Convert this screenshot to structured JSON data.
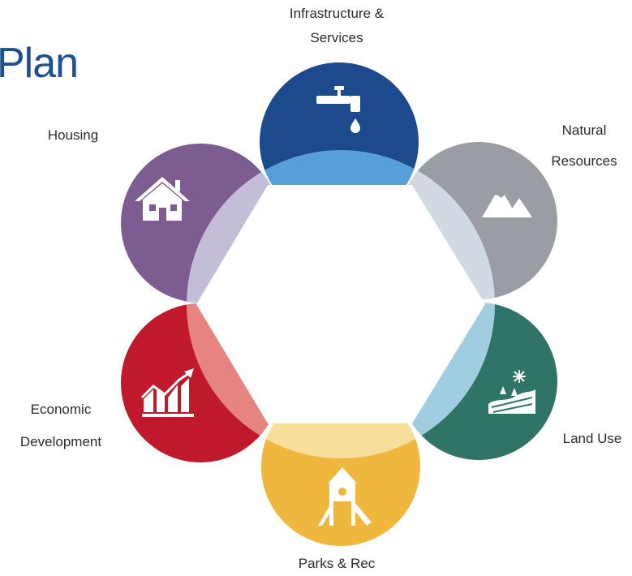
{
  "title": "Plan",
  "colors": {
    "title": "#1f4f8e",
    "infrastructure": "#1d4a8c",
    "natural": "#9a9ea4",
    "landuse": "#2f7466",
    "parks": "#f0b73e",
    "economic": "#c1192c",
    "housing": "#7d5c92",
    "text": "#2b2b2b"
  },
  "segments": [
    {
      "id": "infrastructure",
      "label_lines": [
        "Infrastructure &",
        "Services"
      ],
      "icon": "water-faucet-icon"
    },
    {
      "id": "natural",
      "label_lines": [
        "Natural",
        "Resources"
      ],
      "icon": "mountains-icon"
    },
    {
      "id": "landuse",
      "label_lines": [
        "Land Use"
      ],
      "icon": "landscape-icon"
    },
    {
      "id": "parks",
      "label_lines": [
        "Parks & Rec"
      ],
      "icon": "playground-icon"
    },
    {
      "id": "economic",
      "label_lines": [
        "Economic",
        "Development"
      ],
      "icon": "growth-chart-icon"
    },
    {
      "id": "housing",
      "label_lines": [
        "Housing"
      ],
      "icon": "house-icon"
    }
  ]
}
